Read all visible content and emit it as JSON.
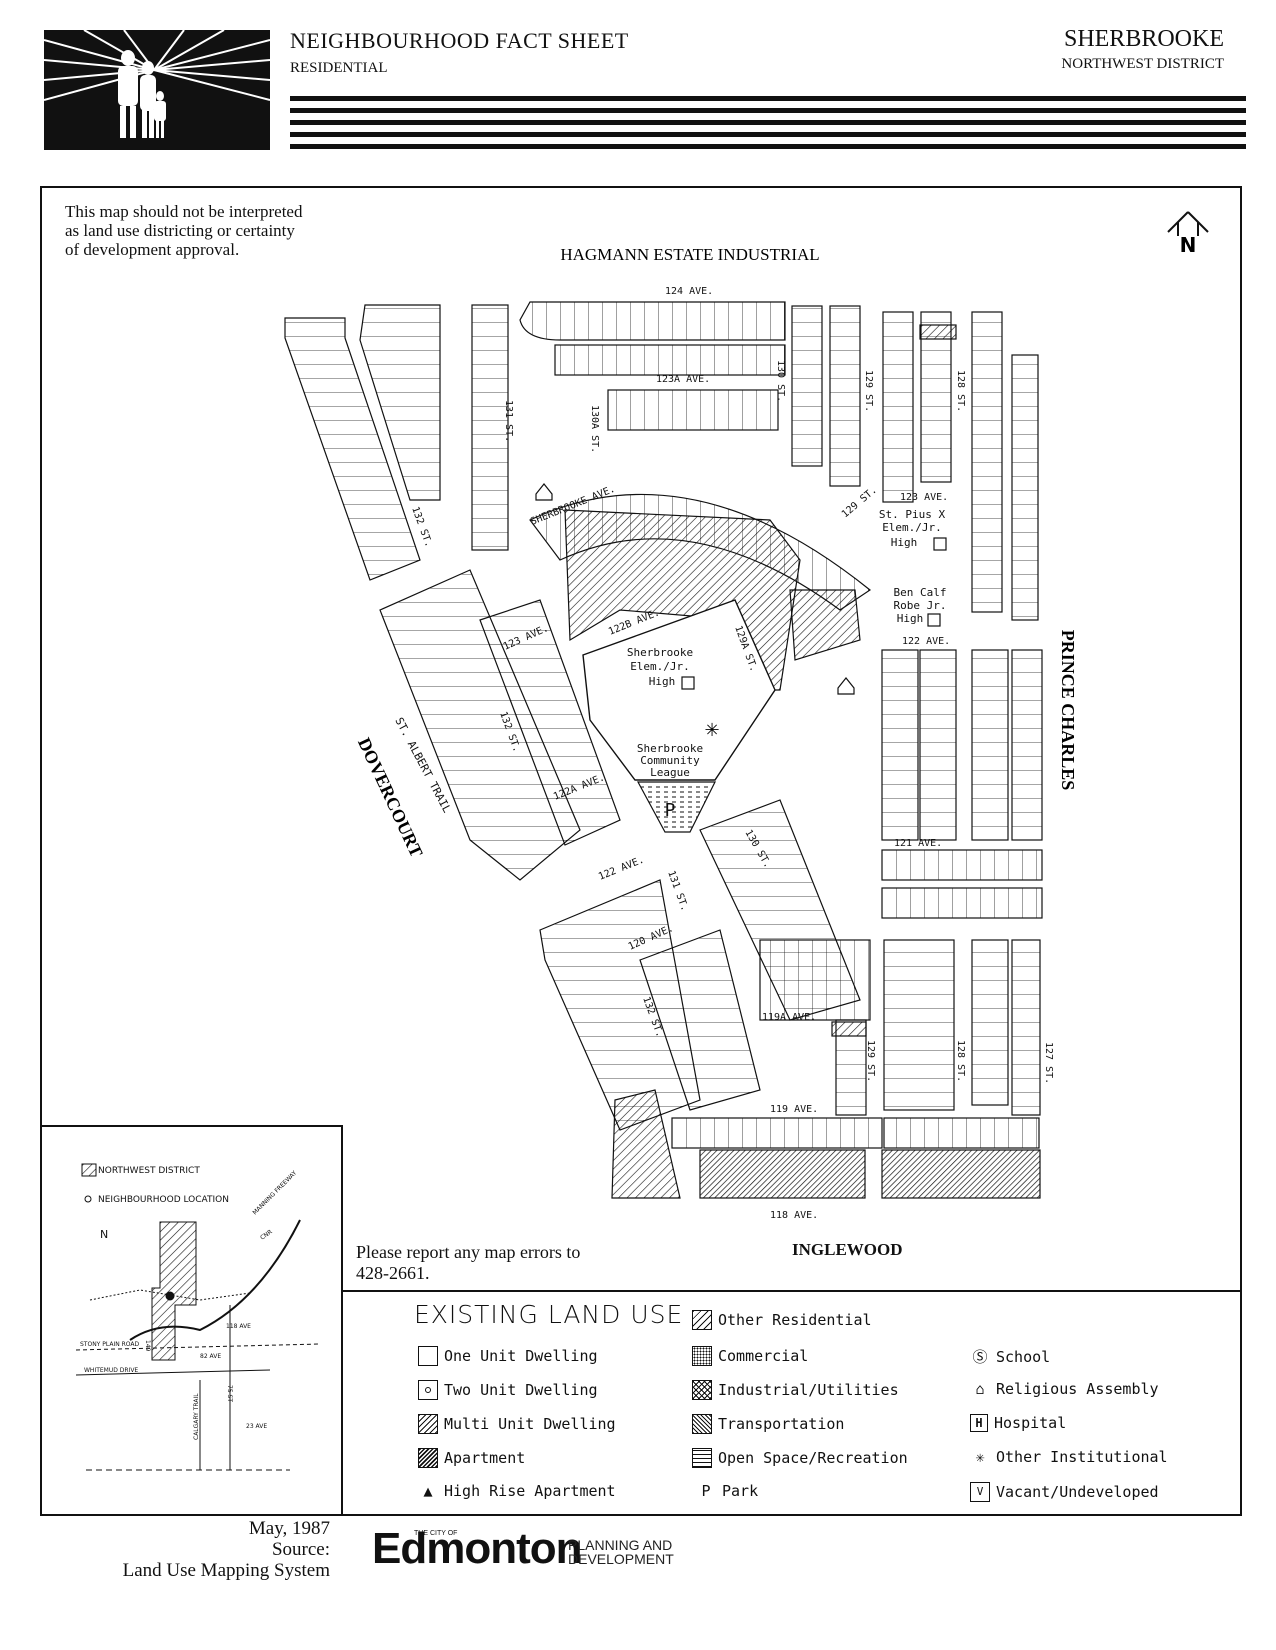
{
  "header": {
    "title": "NEIGHBOURHOOD FACT SHEET",
    "subtitle": "RESIDENTIAL",
    "neighbourhood": "SHERBROOKE",
    "district": "NORTHWEST DISTRICT"
  },
  "disclaimer": "This map should not be interpreted as land use districting or certainty of development approval.",
  "north_arrow": "N",
  "map_labels": {
    "north_area": "HAGMANN ESTATE INDUSTRIAL",
    "east_area": "PRINCE CHARLES",
    "west_area": "DOVERCOURT",
    "south_area": "INGLEWOOD",
    "streets": {
      "ave_124": "124 AVE.",
      "ave_123a": "123A AVE.",
      "ave_123_east": "123 AVE.",
      "ave_123_west": "123 AVE.",
      "ave_122_east": "122 AVE.",
      "ave_122_west": "122 AVE.",
      "ave_122a": "122A AVE.",
      "ave_122b": "122B AVE.",
      "ave_121": "121 AVE.",
      "ave_120": "120 AVE.",
      "ave_119a": "119A AVE.",
      "ave_119": "119 AVE.",
      "ave_118": "118 AVE.",
      "st_131_north": "131 ST.",
      "st_130a": "130A ST.",
      "st_130_north": "130 ST.",
      "st_129_north": "129 ST.",
      "st_128_north": "128 ST.",
      "st_129_diag": "129 ST.",
      "st_129a": "129A ST.",
      "st_132_north": "132 ST.",
      "st_132_mid": "132 ST.",
      "st_132_south": "132 ST.",
      "st_131_south": "131 ST.",
      "st_130_south": "130 ST.",
      "st_129_south": "129 ST.",
      "st_128_south": "128 ST.",
      "st_127": "127 ST.",
      "sherbrooke_ave": "SHERBROOKE AVE.",
      "st_albert_trail": "ST. ALBERT TRAIL"
    },
    "facilities": {
      "st_pius": [
        "St. Pius X",
        "Elem./Jr.",
        "High"
      ],
      "ben_calf": [
        "Ben Calf",
        "Robe Jr.",
        "High"
      ],
      "sherbrooke_school": [
        "Sherbrooke",
        "Elem./Jr.",
        "High"
      ],
      "community_league": [
        "Sherbrooke",
        "Community",
        "League"
      ],
      "park": "P"
    }
  },
  "inset": {
    "legend": [
      "NORTHWEST DISTRICT",
      "NEIGHBOURHOOD LOCATION"
    ],
    "north": "N",
    "roads": [
      "STONY PLAIN ROAD",
      "WHITEMUD DRIVE",
      "118 AVE",
      "82 AVE",
      "23 AVE",
      "CALGARY TRAIL",
      "75 ST",
      "149",
      "MANNING FREEWAY",
      "CNR"
    ]
  },
  "report": "Please report any map errors to 428-2661.",
  "legend": {
    "title": "EXISTING LAND USE",
    "items": [
      {
        "label": "One Unit Dwelling",
        "swatch": "empty"
      },
      {
        "label": "Two Unit Dwelling",
        "swatch": "dot"
      },
      {
        "label": "Multi Unit Dwelling",
        "swatch": "hatch-light"
      },
      {
        "label": "Apartment",
        "swatch": "hatch-dense"
      },
      {
        "label": "High Rise Apartment",
        "swatch": "triangle"
      },
      {
        "label": "Other Residential",
        "swatch": "hatch-wide"
      },
      {
        "label": "Commercial",
        "swatch": "dots-dense"
      },
      {
        "label": "Industrial/Utilities",
        "swatch": "crosshatch"
      },
      {
        "label": "Transportation",
        "swatch": "diag-fine"
      },
      {
        "label": "Open Space/Recreation",
        "swatch": "dashes"
      },
      {
        "label": "Park",
        "swatch": "P"
      },
      {
        "label": "School",
        "swatch": "school"
      },
      {
        "label": "Religious Assembly",
        "swatch": "church"
      },
      {
        "label": "Hospital",
        "swatch": "H"
      },
      {
        "label": "Other Institutional",
        "swatch": "star"
      },
      {
        "label": "Vacant/Undeveloped",
        "swatch": "V"
      }
    ]
  },
  "footer": {
    "date": "May, 1987",
    "source_label": "Source:",
    "source": "Land Use Mapping System",
    "city_small": "THE CITY OF",
    "city": "Edmonton",
    "dept": [
      "PLANNING AND",
      "DEVELOPMENT"
    ]
  },
  "colors": {
    "ink": "#111111",
    "paper": "#ffffff"
  }
}
